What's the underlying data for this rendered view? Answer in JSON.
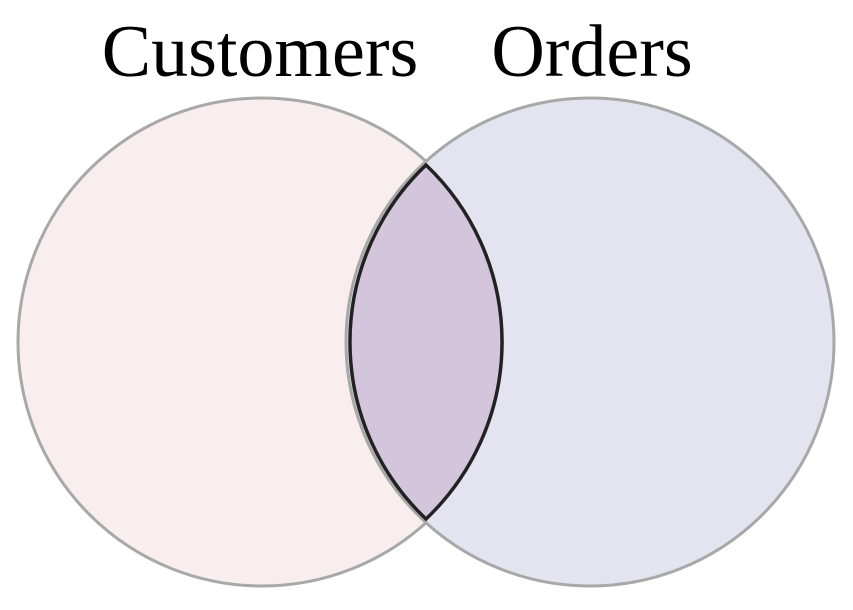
{
  "diagram": {
    "type": "venn",
    "sets": [
      {
        "name": "Customers",
        "fill": "#f9eeee",
        "stroke": "#a8a8a8"
      },
      {
        "name": "Orders",
        "fill": "#e4e4f1",
        "stroke": "#a8a8a8"
      }
    ],
    "intersection": {
      "highlighted": true,
      "fill": "#d3c5dc",
      "stroke": "#222222"
    }
  }
}
